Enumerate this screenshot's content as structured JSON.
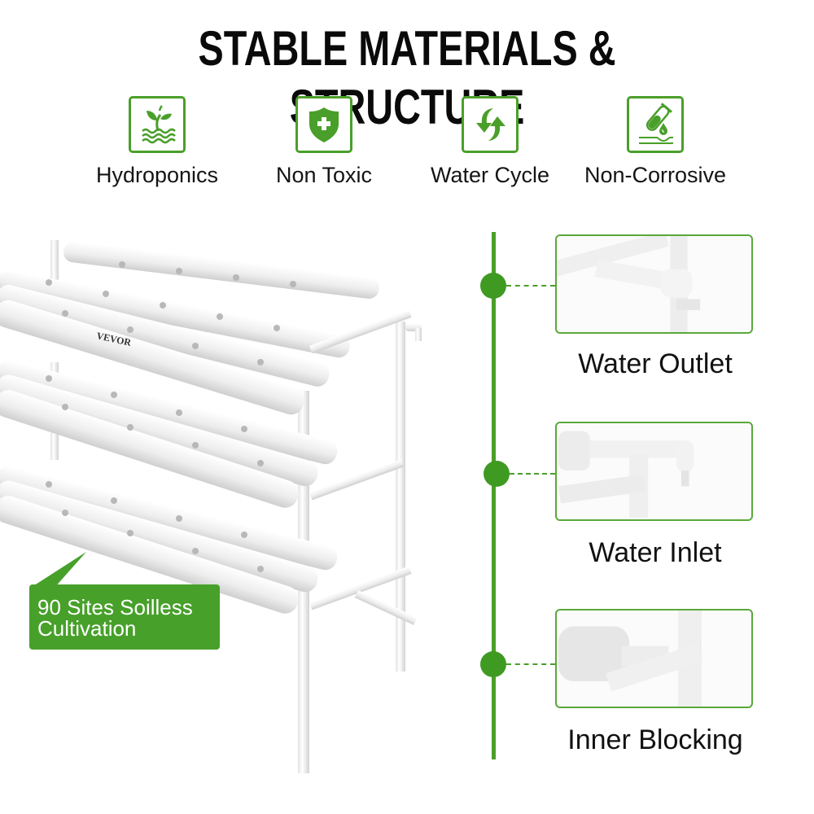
{
  "header": {
    "title": "STABLE MATERIALS & STRUCTURE"
  },
  "features": [
    {
      "label": "Hydroponics",
      "icon": "seedling-water-icon"
    },
    {
      "label": "Non Toxic",
      "icon": "shield-plus-icon"
    },
    {
      "label": "Water Cycle",
      "icon": "cycle-arrows-icon"
    },
    {
      "label": "Non-Corrosive",
      "icon": "test-tube-drop-icon"
    }
  ],
  "product": {
    "brand_mark": "VEVOR",
    "callout": {
      "line1": "90 Sites Soilless",
      "line2": "Cultivation"
    }
  },
  "details": [
    {
      "label": "Water Outlet"
    },
    {
      "label": "Water Inlet"
    },
    {
      "label": "Inner Blocking"
    }
  ],
  "colors": {
    "accent_green": "#4a9f2a",
    "callout_green": "#47a02a",
    "text": "#111111",
    "background": "#ffffff"
  }
}
